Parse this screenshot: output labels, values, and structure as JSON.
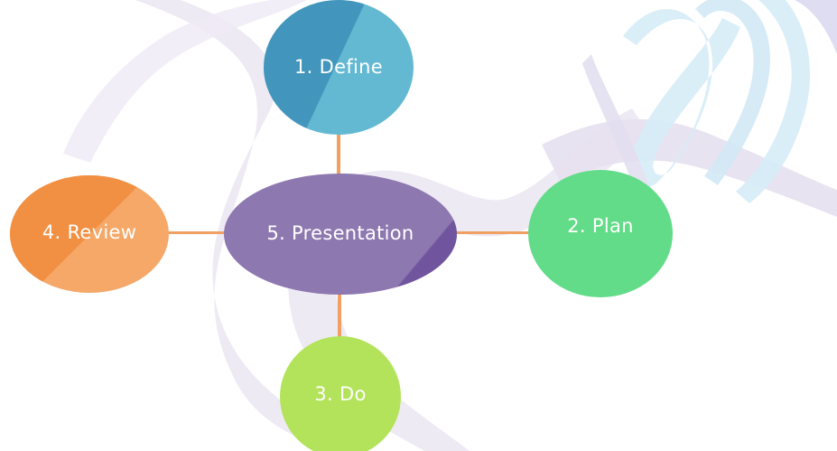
{
  "diagram": {
    "center": {
      "label": "5. Presentation",
      "color": "#8e78b0"
    },
    "nodes": [
      {
        "id": "define",
        "label": "1. Define",
        "color": "#63b9d2"
      },
      {
        "id": "plan",
        "label": "2. Plan",
        "color": "#62dc88"
      },
      {
        "id": "do",
        "label": "3. Do",
        "color": "#b3e35a"
      },
      {
        "id": "review",
        "label": "4. Review",
        "color": "#f5a868"
      }
    ],
    "connector_color": "#f0a062",
    "background_ribbon_colors": [
      "#e6e0ef",
      "#d9eef7"
    ]
  }
}
